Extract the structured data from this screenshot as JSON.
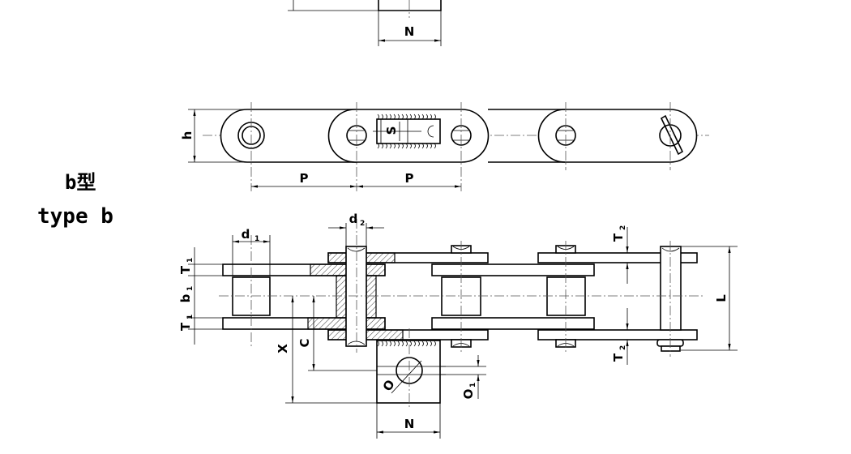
{
  "title": {
    "type_cn": "b型",
    "type_en": "type b"
  },
  "labels": {
    "N_top": "N",
    "h": "h",
    "P1": "P",
    "P2": "P",
    "S": "S",
    "d1": {
      "main": "d",
      "sub": "1"
    },
    "d2": {
      "main": "d",
      "sub": "2"
    },
    "T1_top": {
      "main": "T",
      "sub": "1"
    },
    "b1": {
      "main": "b",
      "sub": "1"
    },
    "T1_bottom": {
      "main": "T",
      "sub": "1"
    },
    "X": "X",
    "C": "C",
    "O": "O",
    "O1": {
      "main": "O",
      "sub": "1"
    },
    "N_bottom": "N",
    "T2_top": {
      "main": "T",
      "sub": "2"
    },
    "T2_bottom": {
      "main": "T",
      "sub": "2"
    },
    "L": "L"
  }
}
